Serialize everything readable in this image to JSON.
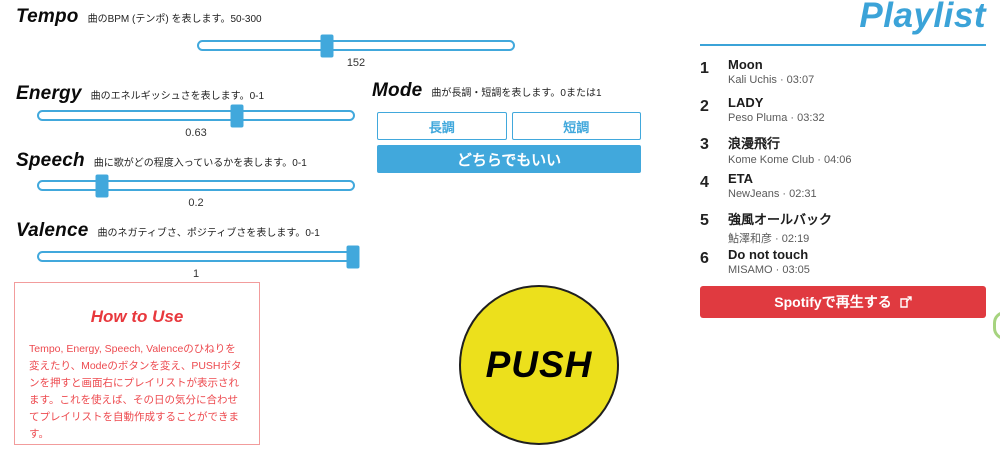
{
  "colors": {
    "accent_blue": "#41a8dc",
    "spotify_red": "#e03a40",
    "howto_red": "#e8383d",
    "push_yellow": "#ece01c",
    "green_edge": "#a6d37f"
  },
  "sliders": [
    {
      "name": "Tempo",
      "desc": "曲のBPM (テンポ) を表します。50-300",
      "value": "152",
      "percent": 40.8
    },
    {
      "name": "Energy",
      "desc": "曲のエネルギッシュさを表します。0-1",
      "value": "0.63",
      "percent": 63
    },
    {
      "name": "Speech",
      "desc": "曲に歌がどの程度入っているかを表します。0-1",
      "value": "0.2",
      "percent": 20
    },
    {
      "name": "Valence",
      "desc": "曲のネガティブさ、ポジティブさを表します。0-1",
      "value": "1",
      "percent": 100
    }
  ],
  "mode": {
    "title": "Mode",
    "desc": "曲が長調・短調を表します。0または1",
    "major_label": "長調",
    "minor_label": "短調",
    "either_label": "どちらでもいい"
  },
  "how_to_use": {
    "title": "How to Use",
    "body": "Tempo, Energy, Speech, Valenceのひねりを変えたり、Modeのボタンを変え、PUSHボタンを押すと画面右にプレイリストが表示されます。これを使えば、その日の気分に合わせてプレイリストを自動作成することができます。"
  },
  "push_label": "PUSH",
  "playlist": {
    "title": "Playlist",
    "items": [
      {
        "num": "1",
        "title": "Moon",
        "meta": "Kali Uchis · 03:07"
      },
      {
        "num": "2",
        "title": "LADY",
        "meta": "Peso Pluma · 03:32"
      },
      {
        "num": "3",
        "title": "浪漫飛行",
        "meta": "Kome Kome Club · 04:06"
      },
      {
        "num": "4",
        "title": "ETA",
        "meta": "NewJeans · 02:31"
      },
      {
        "num": "5",
        "title": "強風オールバック",
        "meta": "鮎澤和彦 · 02:19"
      },
      {
        "num": "6",
        "title": "Do not touch",
        "meta": "MISAMO · 03:05"
      }
    ],
    "spotify_label": "Spotifyで再生する"
  }
}
